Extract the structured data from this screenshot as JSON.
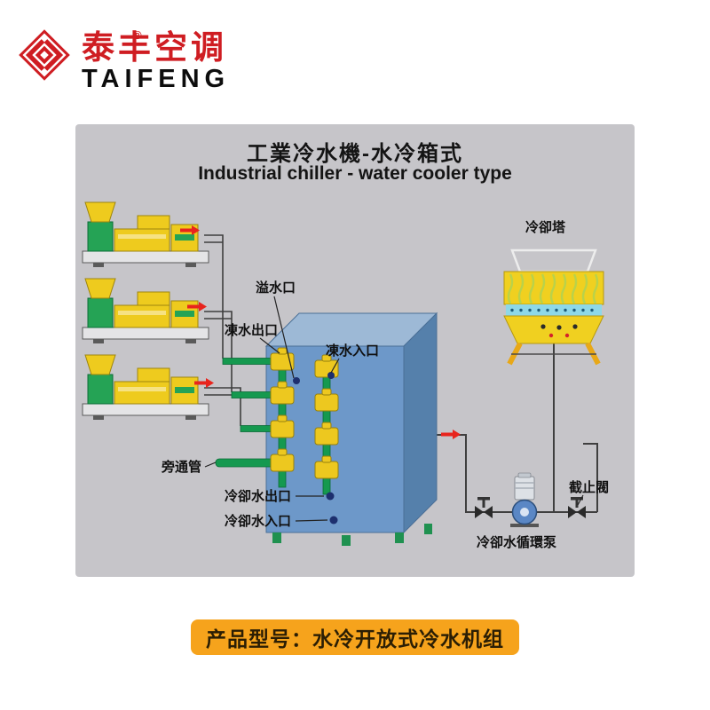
{
  "logo": {
    "brand_cn": "泰丰空调",
    "brand_en": "TAIFENG",
    "registered_mark": "®",
    "brand_color": "#cf1d22",
    "text_color": "#0d0d0d"
  },
  "diagram": {
    "panel_bg": "#c6c5c9",
    "title_cn": "工業冷水機-水冷箱式",
    "title_en": "Industrial chiller - water cooler type",
    "labels": {
      "cooling_tower": "冷卻塔",
      "overflow_port": "溢水口",
      "chilled_water_outlet": "凍水出口",
      "chilled_water_inlet": "凍水入口",
      "bypass_pipe": "旁通管",
      "cooling_water_outlet": "冷卻水出口",
      "cooling_water_inlet": "冷卻水入口",
      "stop_valve": "截止閥",
      "cooling_water_pump": "冷卻水循環泵"
    },
    "colors": {
      "chiller_front": "#6d98c9",
      "chiller_top": "#9db9d6",
      "chiller_side": "#5580ab",
      "pipe_green": "#15994f",
      "machine_yellow": "#eecb1e",
      "valve_yellow": "#edc81f",
      "arrow_red": "#e8241d",
      "tower_yellow": "#f0d020",
      "tower_cyan": "#8ed8e8",
      "line_gray": "#3f3f3f"
    }
  },
  "footer": {
    "model_text": "产品型号：水冷开放式冷水机组",
    "banner_bg": "#f6a31c"
  }
}
